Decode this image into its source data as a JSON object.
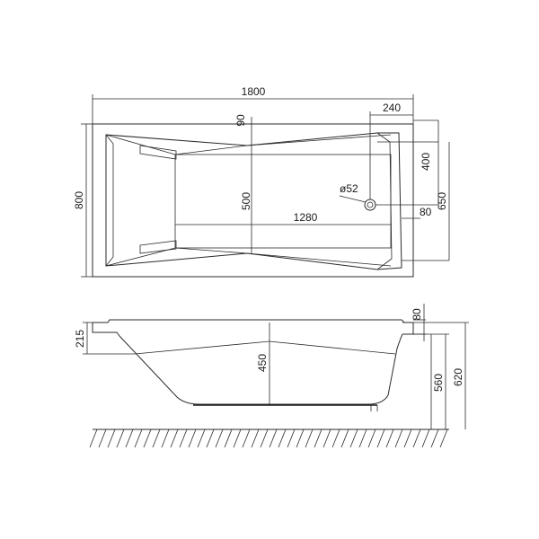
{
  "top_view": {
    "overall_length": "1800",
    "overall_width": "800",
    "rim_offset": "90",
    "drain_offset_x": "240",
    "drain_offset_y": "400",
    "drain_diameter": "ø52",
    "inner_width": "500",
    "inner_length": "1280",
    "drain_inset": "80",
    "inner_depth_span": "650"
  },
  "side_view": {
    "rim_thickness": "80",
    "rim_height": "215",
    "inner_depth": "450",
    "feet_height": "560",
    "total_height": "620"
  }
}
